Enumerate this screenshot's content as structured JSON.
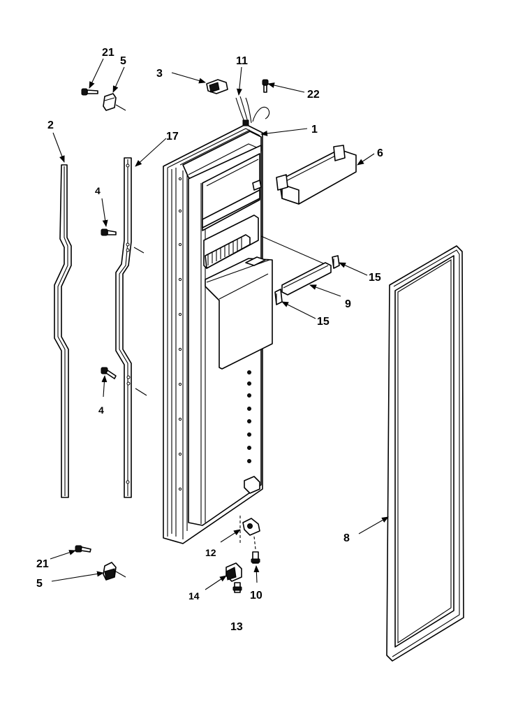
{
  "diagram": {
    "labels": {
      "p1": "1",
      "p2": "2",
      "p3": "3",
      "p4a": "4",
      "p4b": "4",
      "p5a": "5",
      "p5b": "5",
      "p6": "6",
      "p8": "8",
      "p9": "9",
      "p10": "10",
      "p11": "11",
      "p12": "12",
      "p13": "13",
      "p14": "14",
      "p15a": "15",
      "p15b": "15",
      "p17": "17",
      "p21a": "21",
      "p21b": "21",
      "p22": "22"
    }
  }
}
